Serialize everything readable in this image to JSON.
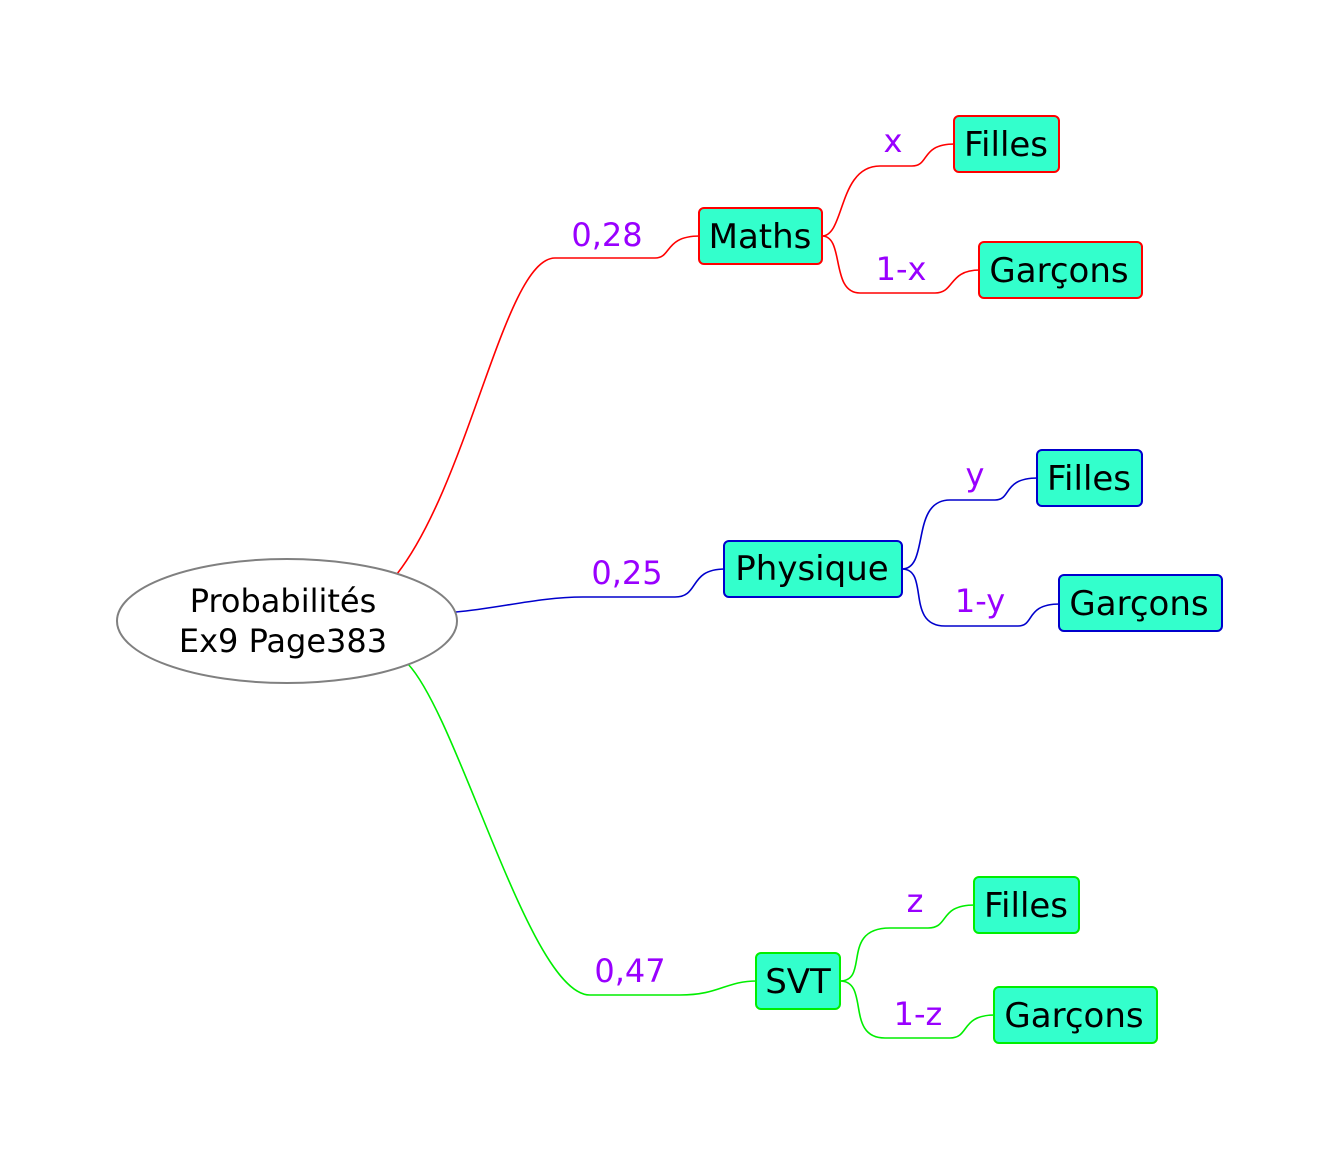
{
  "diagram": {
    "root": {
      "line1": "Probabilités",
      "line2": "Ex9 Page383",
      "border_color": "#808080"
    },
    "node_fill": "#33ffcc",
    "label_color": "#9900ff",
    "branches": [
      {
        "subject": "Maths",
        "probability": "0,28",
        "color": "#ff0000",
        "children": [
          {
            "label": "x",
            "node": "Filles"
          },
          {
            "label": "1-x",
            "node": "Garçons"
          }
        ]
      },
      {
        "subject": "Physique",
        "probability": "0,25",
        "color": "#0000cc",
        "children": [
          {
            "label": "y",
            "node": "Filles"
          },
          {
            "label": "1-y",
            "node": "Garçons"
          }
        ]
      },
      {
        "subject": "SVT",
        "probability": "0,47",
        "color": "#00ee00",
        "children": [
          {
            "label": "z",
            "node": "Filles"
          },
          {
            "label": "1-z",
            "node": "Garçons"
          }
        ]
      }
    ]
  }
}
